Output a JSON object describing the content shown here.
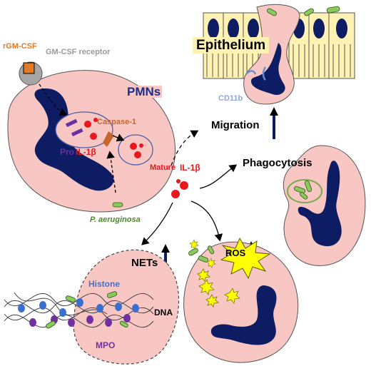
{
  "labels": {
    "rgmcsf": "rGM-CSF",
    "gmcsf_receptor": "GM-CSF receptor",
    "pmns": "PMNs",
    "caspase1": "Caspase-1",
    "pro": "Pro",
    "il1b_pro": "IL-1β",
    "mature": "Mature",
    "il1b_mature": "IL-1β",
    "p_aeruginosa": "P. aeruginosa",
    "epithelium": "Epithelium",
    "cd11b": "CD11b",
    "migration": "Migration",
    "phagocytosis": "Phagocytosis",
    "nets": "NETs",
    "ros": "ROS",
    "histone": "Histone",
    "dna": "DNA",
    "mpo": "MPO"
  },
  "colors": {
    "cell_fill": "#f8c7c3",
    "nucleus": "#0e1c63",
    "bacteria": "#8cc95d",
    "il1b": "#e8171b",
    "rgmcsf": "#e07b2a",
    "receptor": "#a6a6a6",
    "caspase": "#c8652a",
    "epithelium_fill": "#fff2b3",
    "histone": "#3a6fd0",
    "mpo": "#7030a0",
    "ros_star": "#ffff00",
    "pro_bar": "#6a2fa0"
  }
}
